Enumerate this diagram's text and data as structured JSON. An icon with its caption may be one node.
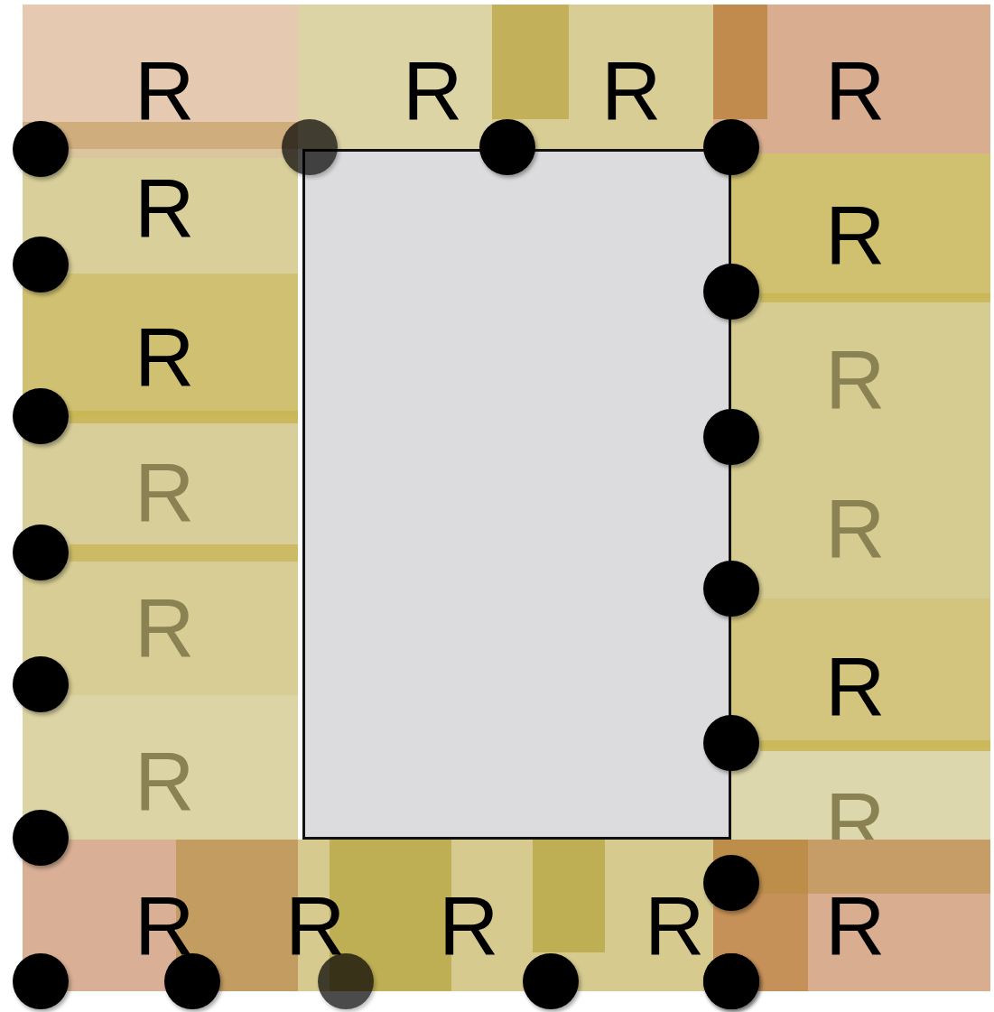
{
  "diagram": {
    "nodes": [
      {
        "text": [
          "R"
        ]
      },
      {
        "text": [
          "R"
        ]
      },
      {
        "text": [
          "R"
        ]
      },
      {
        "text": [
          "R"
        ]
      },
      {
        "text": [
          "R"
        ]
      },
      {
        "text": [
          "R"
        ]
      },
      {
        "text": [
          "R"
        ]
      },
      {
        "text": [
          "R"
        ]
      },
      {
        "text": [
          "R"
        ]
      },
      {
        "text": [
          "R"
        ]
      },
      {
        "text": [
          "R"
        ]
      },
      {
        "text": [
          "R"
        ]
      },
      {
        "text": [
          "R"
        ]
      },
      {
        "text": [
          "R"
        ]
      },
      {
        "text": [
          "R"
        ]
      },
      {
        "text": [
          "R"
        ]
      },
      {
        "text": [
          "R"
        ]
      },
      {
        "text": [
          "R"
        ]
      },
      {
        "text": [
          "R"
        ]
      },
      {
        "text": [],
        "shape": "box"
      },
      {
        "text": [],
        "shape": "circle"
      },
      {
        "text": [],
        "shape": "circle"
      },
      {
        "text": [],
        "shape": "circle"
      },
      {
        "text": [],
        "shape": "circle"
      },
      {
        "text": [],
        "shape": "circle"
      },
      {
        "text": [],
        "shape": "circle"
      },
      {
        "text": [],
        "shape": "circle"
      },
      {
        "text": [],
        "shape": "circle"
      },
      {
        "text": [],
        "shape": "circle"
      },
      {
        "text": [],
        "shape": "circle"
      },
      {
        "text": [],
        "shape": "circle"
      },
      {
        "text": [],
        "shape": "circle"
      },
      {
        "text": [],
        "shape": "circle"
      },
      {
        "text": [],
        "shape": "circle"
      },
      {
        "text": [],
        "shape": "circle"
      },
      {
        "text": [],
        "shape": "circle"
      },
      {
        "text": [],
        "shape": "circle"
      },
      {
        "text": [],
        "shape": "circle"
      },
      {
        "text": [],
        "shape": "circle"
      },
      {
        "text": [],
        "shape": "circle"
      },
      {
        "text": [],
        "shape": "bar",
        "in": 2
      },
      {
        "text": [],
        "shape": "bar",
        "in": 3
      },
      {
        "text": [],
        "shape": "bar"
      },
      {
        "text": [],
        "shape": "bar"
      },
      {
        "text": [],
        "shape": "bar",
        "in": 7
      },
      {
        "text": [],
        "shape": "bar"
      },
      {
        "text": [],
        "shape": "bar"
      },
      {
        "text": [],
        "shape": "bar",
        "in": 14
      },
      {
        "text": [],
        "shape": "bar",
        "in": 15
      },
      {
        "text": [],
        "shape": "bar",
        "in": 16
      },
      {
        "text": [],
        "shape": "bar",
        "in": 18
      },
      {
        "text": [],
        "shape": "bar",
        "in": 18
      }
    ]
  }
}
